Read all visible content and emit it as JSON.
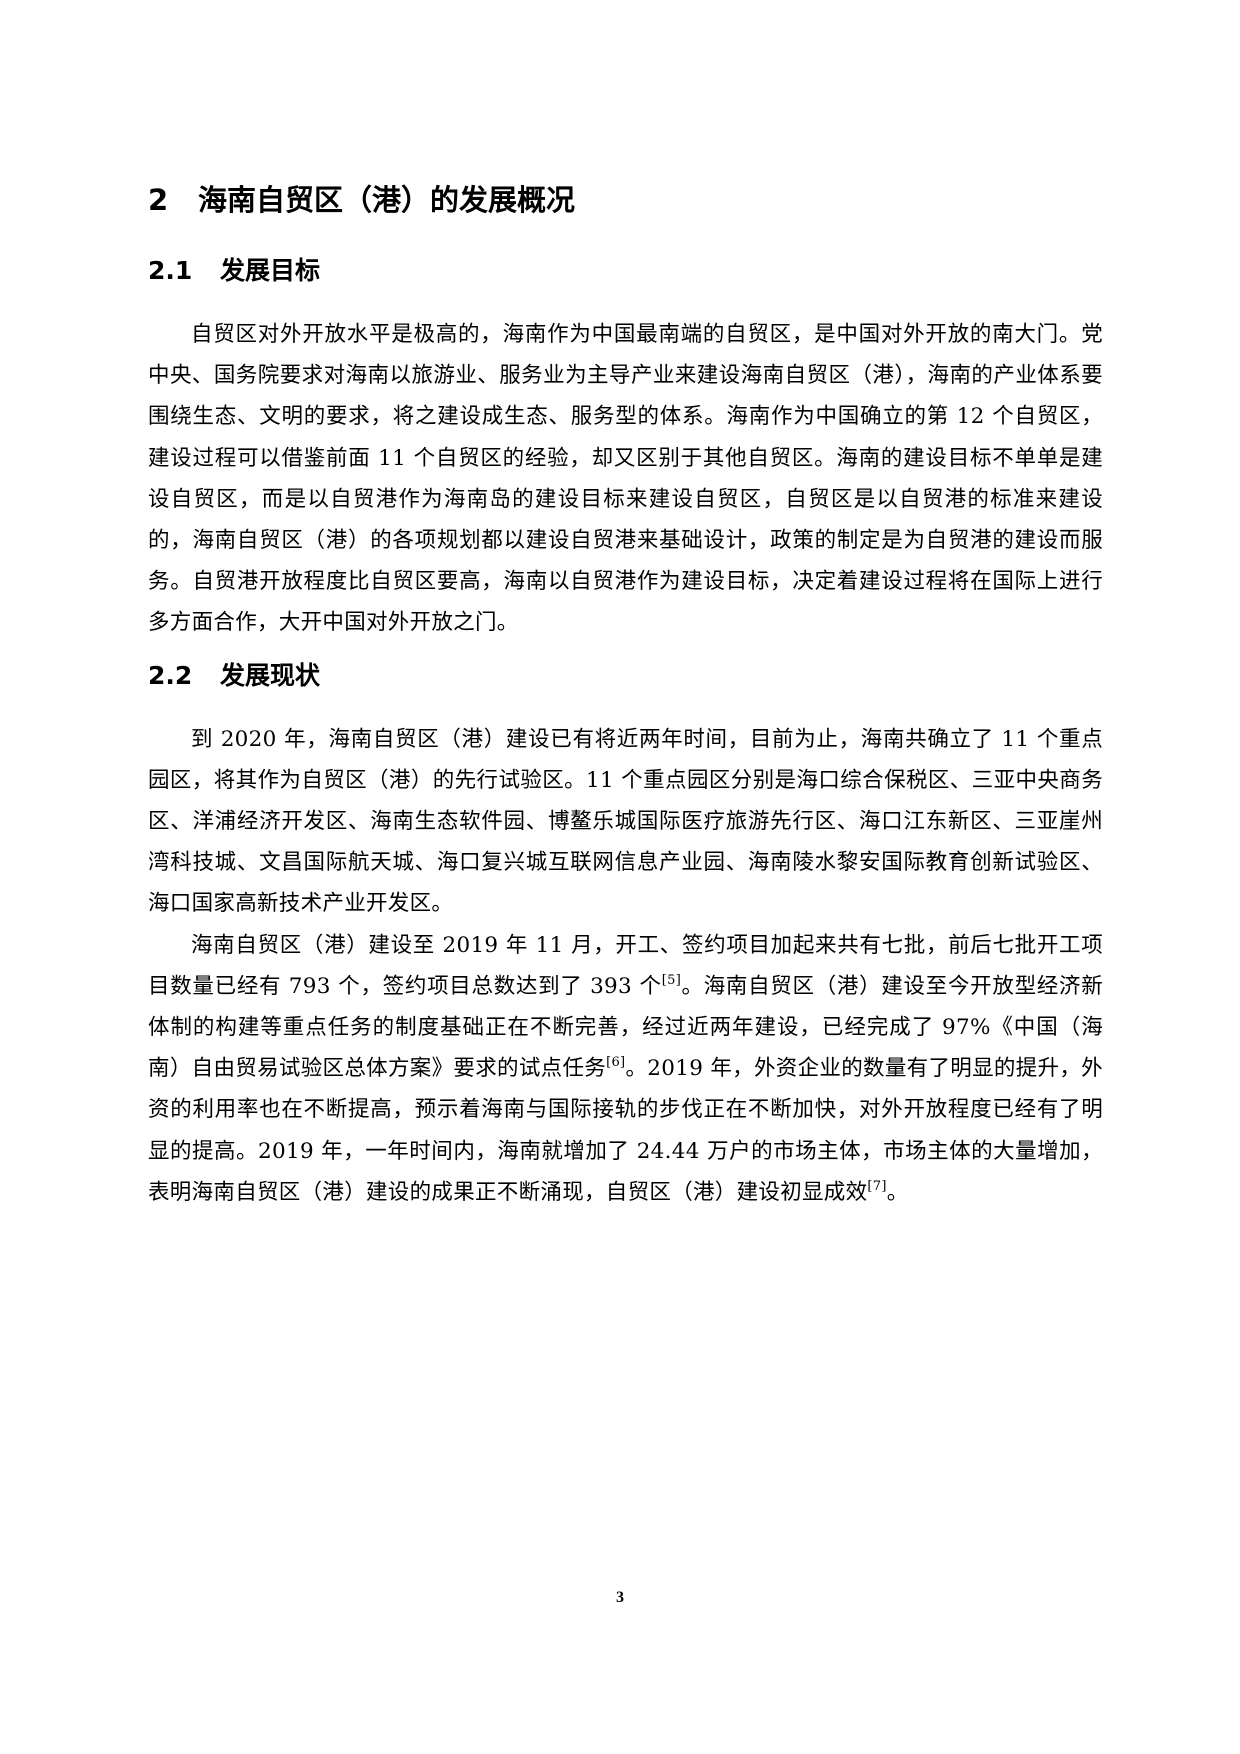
{
  "document": {
    "chapter": {
      "number": "2",
      "title": "海南自贸区（港）的发展概况"
    },
    "sections": [
      {
        "number": "2.1",
        "title": "发展目标",
        "paragraphs": [
          {
            "text": "自贸区对外开放水平是极高的，海南作为中国最南端的自贸区，是中国对外开放的南大门。党中央、国务院要求对海南以旅游业、服务业为主导产业来建设海南自贸区（港），海南的产业体系要围绕生态、文明的要求，将之建设成生态、服务型的体系。海南作为中国确立的第 12 个自贸区，建设过程可以借鉴前面 11 个自贸区的经验，却又区别于其他自贸区。海南的建设目标不单单是建设自贸区，而是以自贸港作为海南岛的建设目标来建设自贸区，自贸区是以自贸港的标准来建设的，海南自贸区（港）的各项规划都以建设自贸港来基础设计，政策的制定是为自贸港的建设而服务。自贸港开放程度比自贸区要高，海南以自贸港作为建设目标，决定着建设过程将在国际上进行多方面合作，大开中国对外开放之门。"
          }
        ]
      },
      {
        "number": "2.2",
        "title": "发展现状",
        "paragraphs": [
          {
            "text": "到 2020 年，海南自贸区（港）建设已有将近两年时间，目前为止，海南共确立了 11 个重点园区，将其作为自贸区（港）的先行试验区。11 个重点园区分别是海口综合保税区、三亚中央商务区、洋浦经济开发区、海南生态软件园、博鳌乐城国际医疗旅游先行区、海口江东新区、三亚崖州湾科技城、文昌国际航天城、海口复兴城互联网信息产业园、海南陵水黎安国际教育创新试验区、海口国家高新技术产业开发区。"
          },
          {
            "seg1": "海南自贸区（港）建设至 2019 年 11 月，开工、签约项目加起来共有七批，前后七批开工项目数量已经有 793 个，签约项目总数达到了 393 个",
            "cite1": "[5]",
            "seg2": "。海南自贸区（港）建设至今开放型经济新体制的构建等重点任务的制度基础正在不断完善，经过近两年建设，已经完成了 97%《中国（海南）自由贸易试验区总体方案》要求的试点任务",
            "cite2": "[6]",
            "seg3": "。2019 年，外资企业的数量有了明显的提升，外资的利用率也在不断提高，预示着海南与国际接轨的步伐正在不断加快，对外开放程度已经有了明显的提高。2019 年，一年时间内，海南就增加了 24.44 万户的市场主体，市场主体的大量增加，表明海南自贸区（港）建设的成果正不断涌现，自贸区（港）建设初显成效",
            "cite3": "[7]",
            "seg4": "。"
          }
        ]
      }
    ],
    "page_number": "3"
  }
}
